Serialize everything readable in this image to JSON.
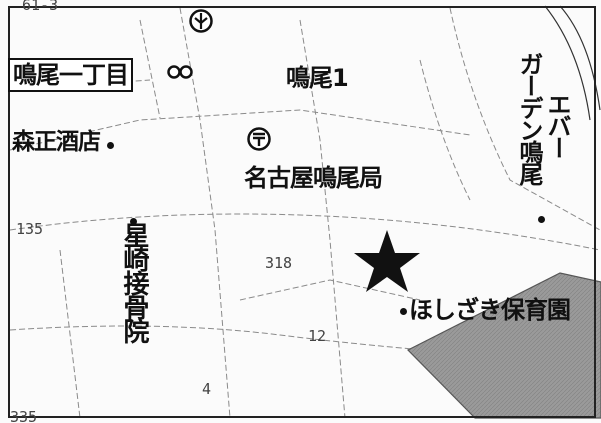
{
  "map": {
    "labels": {
      "top_left_code": "61-3",
      "area_boxed": "鳴尾一丁目",
      "area": "鳴尾1",
      "shop": "森正酒店",
      "post_office": "名古屋鳴尾局",
      "garden_1": "ガーデン鳴尾",
      "garden_2": "エバー",
      "clinic": "星崎接骨院",
      "nursery": "ほしざき保育園"
    },
    "numbers": {
      "n135": "135",
      "n318": "318",
      "n12": "12",
      "n4": "4",
      "n335": "335"
    },
    "icons": {
      "fire_station": "fire-station-map-symbol",
      "post_office": "post-office-symbol",
      "police_box": "police-box-symbol",
      "destination": "star-marker"
    },
    "colors": {
      "ink": "#111111",
      "road": "#8a8a8a",
      "block_fill": "#9a9a9a"
    }
  }
}
